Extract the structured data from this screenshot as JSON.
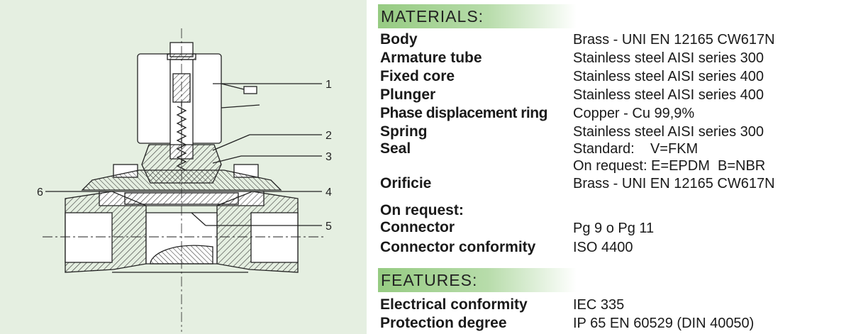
{
  "drawing": {
    "callouts": [
      "1",
      "2",
      "3",
      "4",
      "5",
      "6"
    ]
  },
  "materials": {
    "title": "MATERIALS:",
    "rows": [
      {
        "label": "Body",
        "value": "Brass - UNI EN 12165 CW617N"
      },
      {
        "label": "Armature tube",
        "value": "Stainless steel AISI series 300"
      },
      {
        "label": "Fixed core",
        "value": "Stainless steel AISI series 400"
      },
      {
        "label": "Plunger",
        "value": "Stainless steel AISI series 400"
      },
      {
        "label": "Phase displacement ring",
        "value": "Copper - Cu 99,9%"
      },
      {
        "label": "Spring",
        "value": "Stainless steel AISI series 300"
      },
      {
        "label": "Seal",
        "value": "Standard:    V=FKM"
      },
      {
        "label": "",
        "value": "On request: E=EPDM  B=NBR"
      },
      {
        "label": "Orificie",
        "value": "Brass - UNI EN 12165 CW617N"
      }
    ],
    "on_request": {
      "heading": "On request:",
      "rows": [
        {
          "label": "Connector",
          "value": "Pg 9 o Pg 11"
        },
        {
          "label": "Connector conformity",
          "value": "ISO 4400"
        }
      ]
    }
  },
  "features": {
    "title": "FEATURES:",
    "rows": [
      {
        "label": "Electrical conformity",
        "value": "IEC 335"
      },
      {
        "label": "Protection degree",
        "value": "IP 65 EN 60529 (DIN 40050)"
      }
    ]
  },
  "colors": {
    "drawing_background": "#e5efe1",
    "section_band": "#96cb82"
  }
}
